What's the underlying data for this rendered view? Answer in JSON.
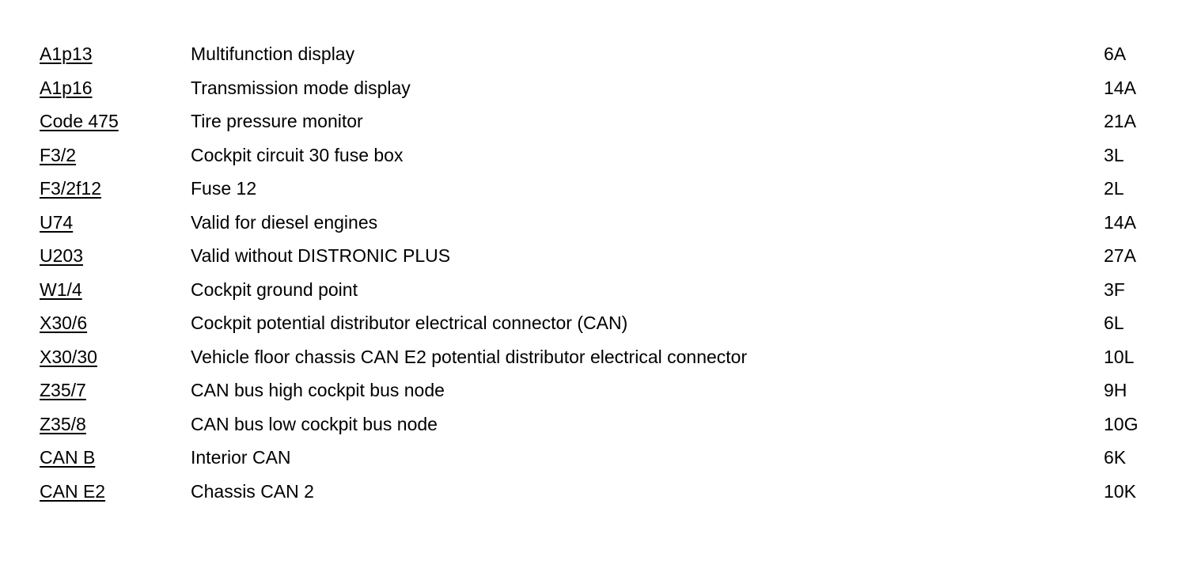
{
  "legend": {
    "rows": [
      {
        "code": "A1p13",
        "description": "Multifunction display",
        "location": "6A"
      },
      {
        "code": "A1p16",
        "description": "Transmission mode display",
        "location": "14A"
      },
      {
        "code": "Code 475",
        "description": "Tire pressure monitor",
        "location": "21A"
      },
      {
        "code": "F3/2",
        "description": "Cockpit circuit 30 fuse box",
        "location": "3L"
      },
      {
        "code": "F3/2f12",
        "description": "Fuse 12",
        "location": "2L"
      },
      {
        "code": "U74",
        "description": "Valid for diesel engines",
        "location": "14A"
      },
      {
        "code": "U203",
        "description": "Valid without DISTRONIC PLUS",
        "location": "27A"
      },
      {
        "code": "W1/4",
        "description": "Cockpit ground point",
        "location": "3F"
      },
      {
        "code": "X30/6",
        "description": "Cockpit potential distributor electrical connector (CAN)",
        "location": "6L"
      },
      {
        "code": "X30/30",
        "description": "Vehicle floor chassis CAN E2 potential distributor electrical connector",
        "location": "10L"
      },
      {
        "code": "Z35/7",
        "description": "CAN bus high cockpit bus node",
        "location": "9H"
      },
      {
        "code": "Z35/8",
        "description": "CAN bus low cockpit bus node",
        "location": "10G"
      },
      {
        "code": "CAN B",
        "description": "Interior CAN",
        "location": "6K"
      },
      {
        "code": "CAN E2",
        "description": "Chassis CAN 2",
        "location": "10K"
      }
    ]
  }
}
